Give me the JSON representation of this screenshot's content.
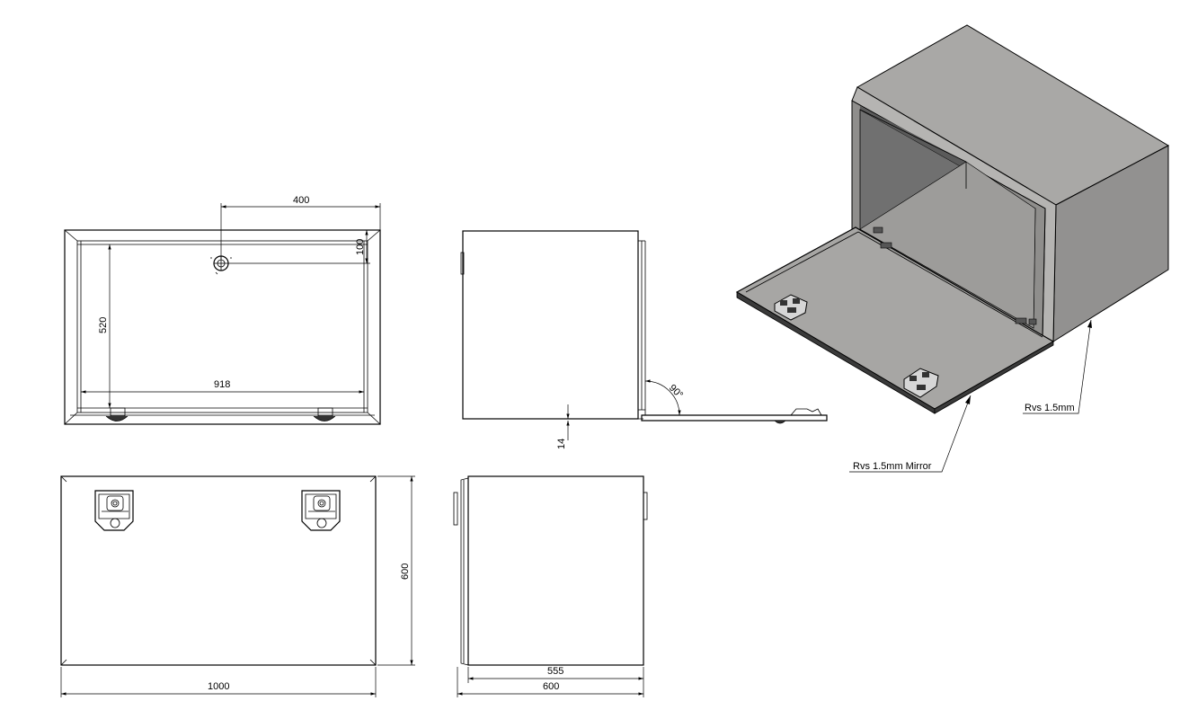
{
  "dimensions": {
    "hole_offset_x": "400",
    "hole_offset_y": "100",
    "inner_height": "520",
    "inner_width": "918",
    "lid_angle": "90°",
    "lid_offset": "14",
    "front_height": "600",
    "front_width": "1000",
    "side_inner_depth": "555",
    "side_depth": "600"
  },
  "callouts": {
    "door_material": "Rvs 1.5mm Mirror",
    "body_material": "Rvs 1.5mm"
  },
  "colors": {
    "line": "#000000",
    "steel_panel": "#a7a6a4",
    "steel_dark": "#808080",
    "background": "#ffffff"
  },
  "icons": {
    "latch_left": "t-handle-lock-icon",
    "latch_right": "t-handle-lock-icon",
    "lock_hole": "lock-hole-icon"
  }
}
